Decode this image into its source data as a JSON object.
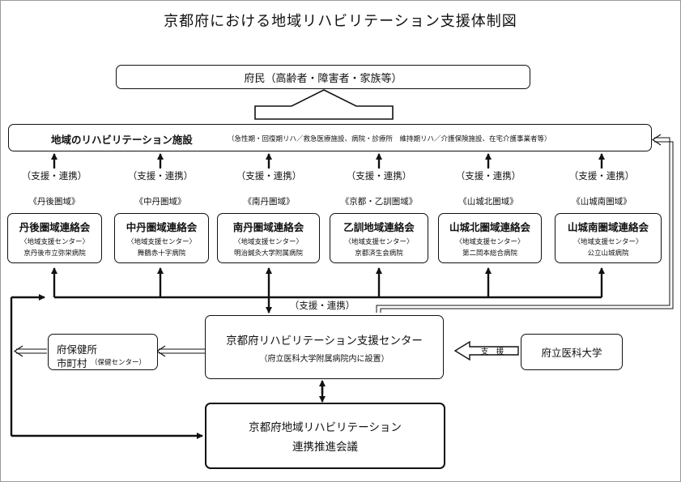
{
  "title": "京都府における地域リハビリテーション支援体制図",
  "residents": "府民（高齢者・障害者・家族等）",
  "facilities": {
    "label": "地域のリハビリテーション施設",
    "detail": "（急性期・回復期リハ／救急医療施設、病院・診療所　維持期リハ／介護保険施設、在宅介護事業者等）"
  },
  "support_label": "（支援・連携）",
  "regions": [
    {
      "area": "《丹後圏域》",
      "name": "丹後圏域連絡会",
      "sub": "〈地域支援センター〉",
      "hospital": "京丹後市立弥栄病院"
    },
    {
      "area": "《中丹圏域》",
      "name": "中丹圏域連絡会",
      "sub": "〈地域支援センター〉",
      "hospital": "舞鶴赤十字病院"
    },
    {
      "area": "《南丹圏域》",
      "name": "南丹圏域連絡会",
      "sub": "〈地域支援センター〉",
      "hospital": "明治鍼灸大学附属病院"
    },
    {
      "area": "《京都・乙訓圏域》",
      "name": "乙訓地域連絡会",
      "sub": "〈地域支援センター〉",
      "hospital": "京都済生会病院"
    },
    {
      "area": "《山城北圏域》",
      "name": "山城北圏域連絡会",
      "sub": "〈地域支援センター〉",
      "hospital": "第二岡本総合病院"
    },
    {
      "area": "《山城南圏域》",
      "name": "山城南圏域連絡会",
      "sub": "〈地域支援センター〉",
      "hospital": "公立山城病院"
    }
  ],
  "center_support_label": "（支援・連携）",
  "health_office": {
    "line1": "府保健所",
    "line2": "市町村",
    "line2_small": "（保健センター）"
  },
  "center": {
    "name": "京都府リハビリテーション支援センター",
    "note": "（府立医科大学附属病院内に設置）"
  },
  "shien": "支　援",
  "university": "府立医科大学",
  "council": {
    "line1": "京都府地域リハビリテーション",
    "line2": "連携推進会議"
  }
}
